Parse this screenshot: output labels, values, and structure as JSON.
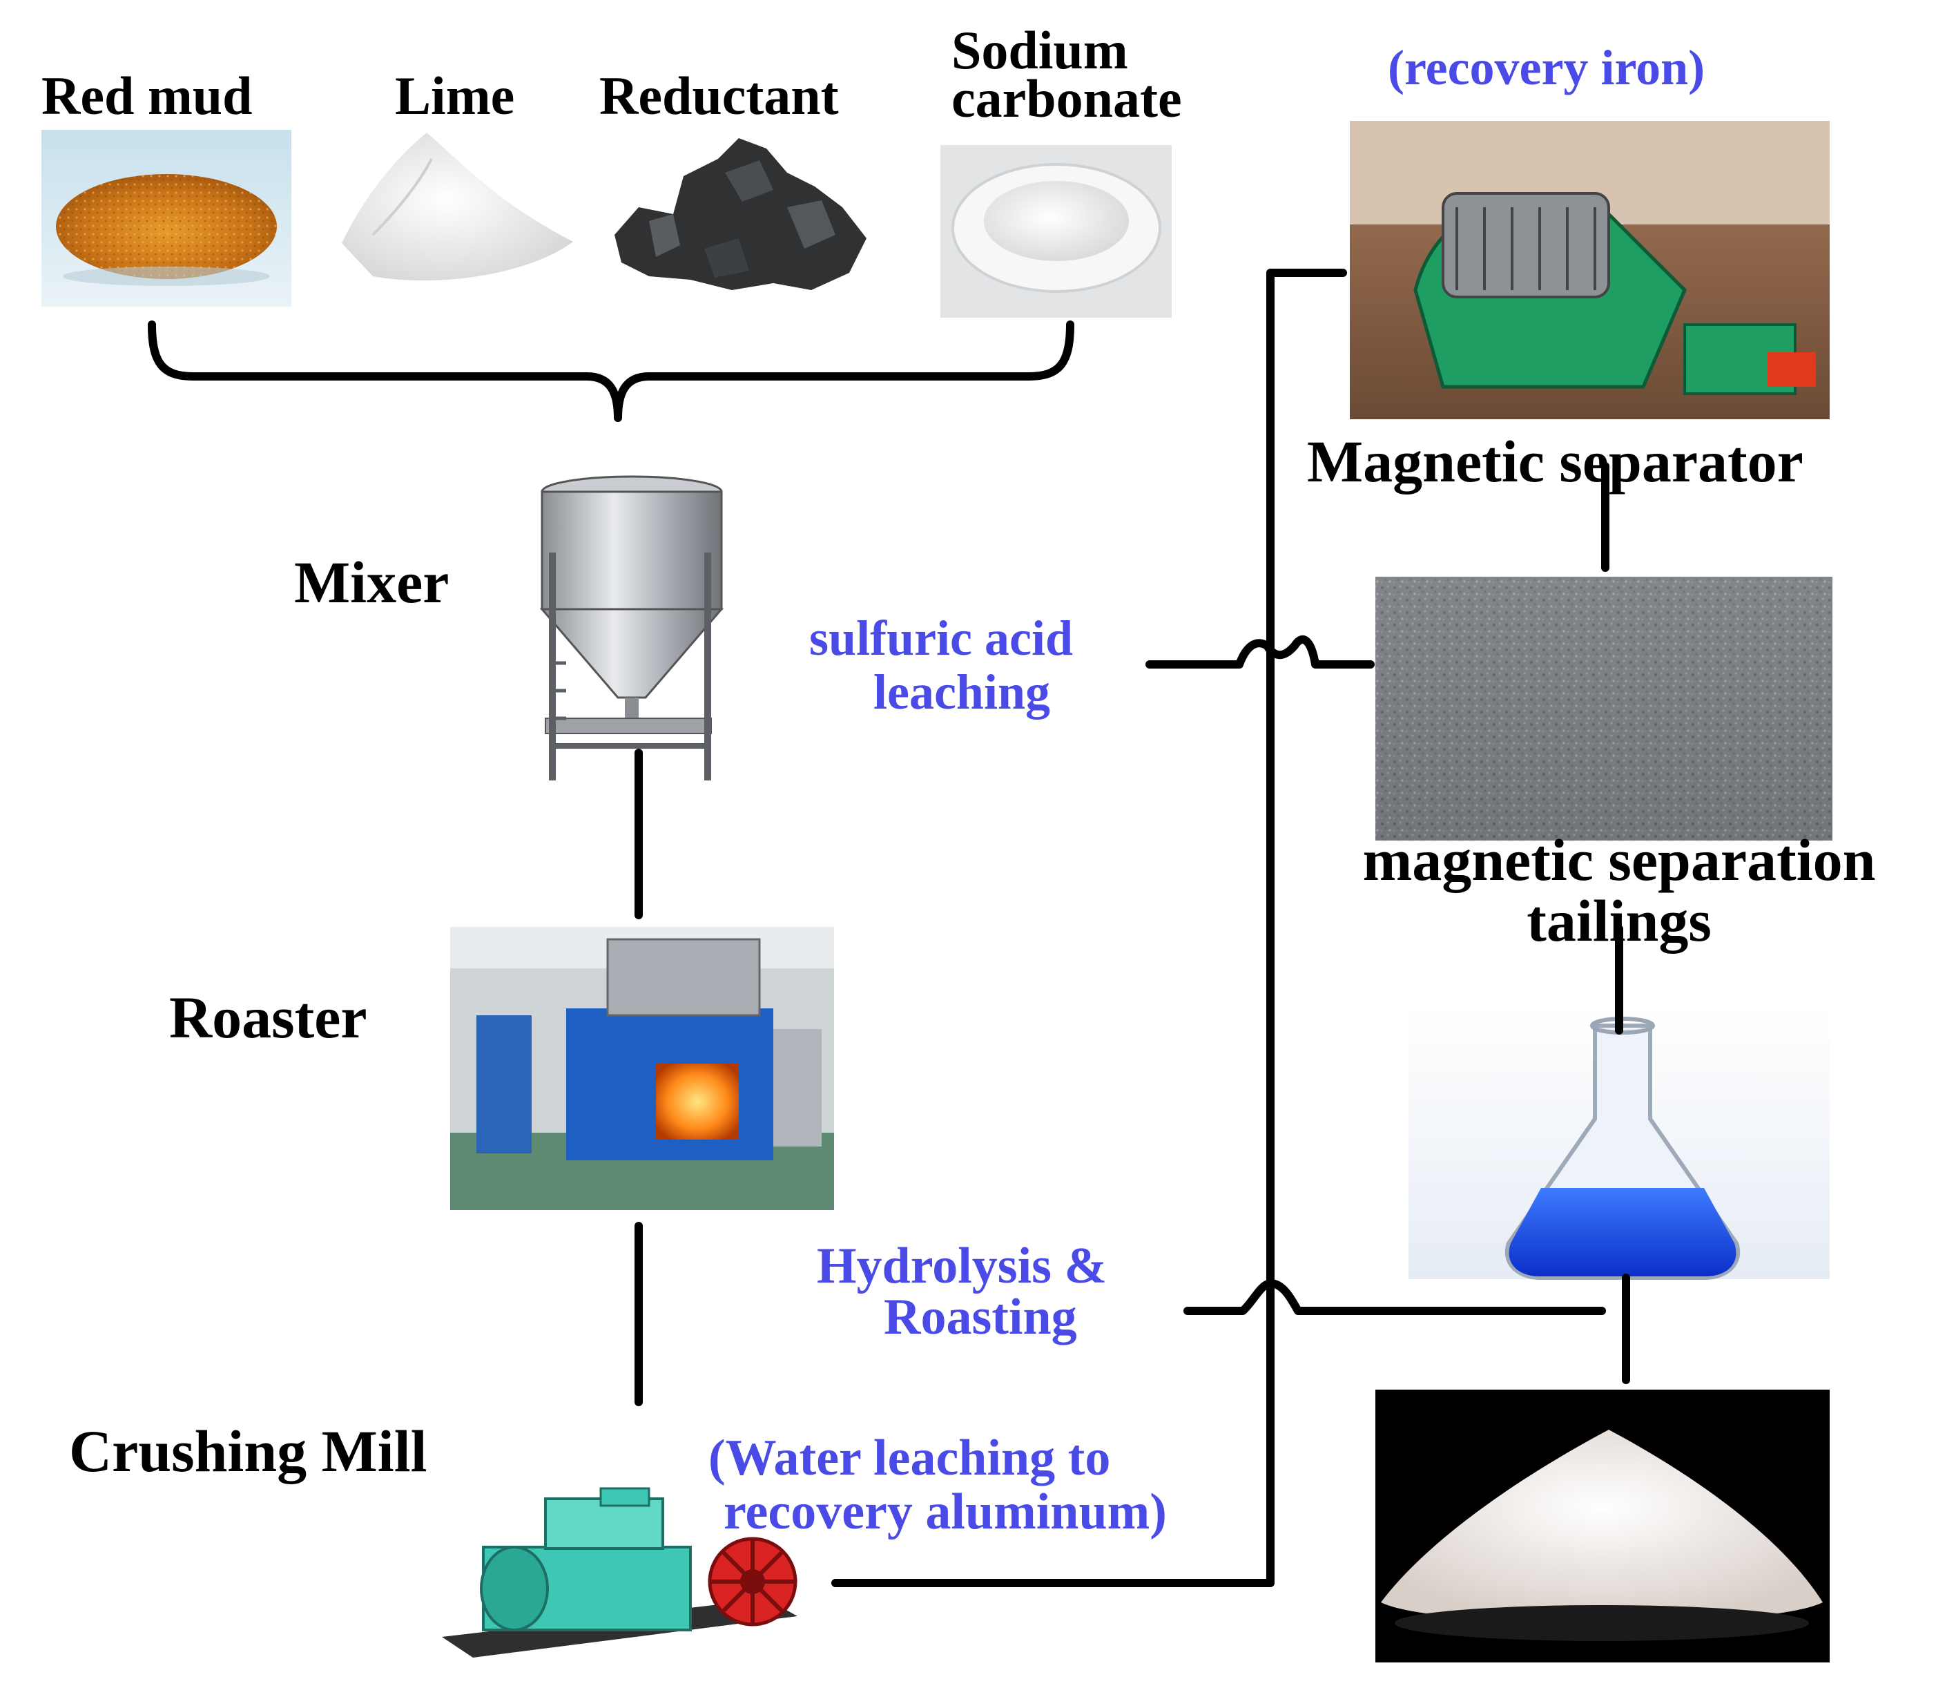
{
  "materials": {
    "red_mud": "Red mud",
    "lime": "Lime",
    "reductant": "Reductant",
    "sodium_line1": "Sodium",
    "sodium_line2": "carbonate"
  },
  "equipment": {
    "mixer": "Mixer",
    "roaster": "Roaster",
    "crushing_mill": "Crushing Mill",
    "magnetic_separator": "Magnetic separator",
    "tailings_line1": "magnetic separation",
    "tailings_line2": "tailings"
  },
  "process_notes": {
    "recovery_iron": "(recovery iron)",
    "sulfuric_line1": "sulfuric acid",
    "sulfuric_line2": "leaching",
    "hydrolysis_line1": "Hydrolysis &",
    "hydrolysis_line2": "Roasting",
    "water_line1": "(Water leaching to",
    "water_line2": "recovery aluminum)"
  },
  "colors": {
    "note_blue": "#4a4ae6",
    "red_mud": "#d4861c",
    "magnetic_machine": "#1e9e62",
    "crusher": "#3fc7b5",
    "solution_blue": "#1446e0"
  }
}
